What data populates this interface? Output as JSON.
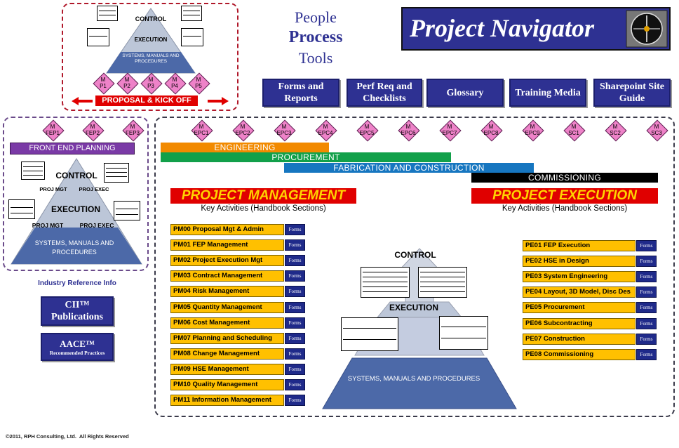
{
  "header": {
    "tagline": [
      "People",
      "Process",
      "Tools"
    ],
    "title": "Project Navigator"
  },
  "nav_buttons": [
    {
      "label": "Forms and Reports"
    },
    {
      "label": "Perf Req and Checklists"
    },
    {
      "label": "Glossary"
    },
    {
      "label": "Training Media"
    },
    {
      "label": "Sharepoint Site Guide"
    }
  ],
  "proposal_box": {
    "control": "CONTROL",
    "execution": "EXECUTION",
    "systems": "SYSTEMS, MANUALS AND PROCEDURES",
    "milestones": [
      "P1",
      "P2",
      "P3",
      "P4",
      "P5"
    ],
    "banner": "PROPOSAL & KICK OFF"
  },
  "fep_box": {
    "milestones": [
      "FEP1",
      "FEP2",
      "FEP3"
    ],
    "banner": "FRONT END PLANNING",
    "control": "CONTROL",
    "execution": "EXECUTION",
    "proj_mgt": "PROJ MGT",
    "proj_exec": "PROJ EXEC",
    "systems": "SYSTEMS, MANUALS AND PROCEDURES"
  },
  "milestone_prefix": "M",
  "epc_milestones": [
    "EPC1",
    "EPC2",
    "EPC3",
    "EPC4",
    "EPC5",
    "EPC6",
    "EPC7",
    "EPC8",
    "EPC9",
    "SC1",
    "SC2",
    "SC3"
  ],
  "phases": [
    {
      "label": "ENGINEERING",
      "color": "#f28a00"
    },
    {
      "label": "PROCUREMENT",
      "color": "#12a04a"
    },
    {
      "label": "FABRICATION AND CONSTRUCTION",
      "color": "#1676c0"
    },
    {
      "label": "COMMISSIONING",
      "color": "#000000"
    }
  ],
  "project_management": {
    "heading": "PROJECT MANAGEMENT",
    "subheading": "Key Activities (Handbook Sections)",
    "forms_label": "Forms",
    "items": [
      "PM00 Proposal Mgt & Admin",
      "PM01 FEP Management",
      "PM02 Project Execution Mgt",
      "PM03 Contract Management",
      "PM04 Risk Management",
      "PM05 Quantity Management",
      "PM06 Cost Management",
      "PM07 Planning and Scheduling",
      "PM08 Change Management",
      "PM09 HSE Management",
      "PM10 Quality Management",
      "PM11 Information Management"
    ]
  },
  "project_execution": {
    "heading": "PROJECT EXECUTION",
    "subheading": "Key Activities (Handbook Sections)",
    "forms_label": "Forms",
    "items": [
      "PE01 FEP Execution",
      "PE02 HSE in Design",
      "PE03 System Engineering",
      "PE04 Layout, 3D Model, Disc Des",
      "PE05 Procurement",
      "PE06 Subcontracting",
      "PE07 Construction",
      "PE08 Commissioning"
    ]
  },
  "center_pyramid": {
    "control": "CONTROL",
    "execution": "EXECUTION",
    "systems": "SYSTEMS, MANUALS AND PROCEDURES"
  },
  "reference": {
    "heading": "Industry Reference Info",
    "cii_title": "CII™",
    "cii_sub": "Publications",
    "aace_title": "AACE™",
    "aace_sub": "Recommended Practices"
  },
  "footer": "©2011, RPH Consulting, Ltd.  All Rights Reserved",
  "colors": {
    "navy": "#2e3192",
    "pyramid_blue": "#4a6aa8",
    "banner_red": "#e00000",
    "gold": "#ffc000"
  }
}
